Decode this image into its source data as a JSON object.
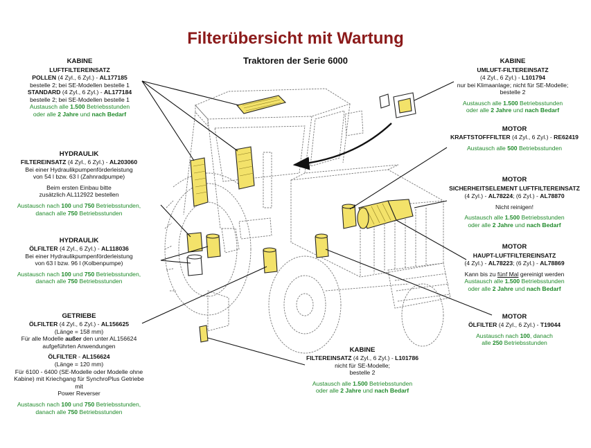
{
  "page": {
    "title": "Filterübersicht mit Wartung",
    "subtitle": "Traktoren der Serie 6000"
  },
  "blocks": {
    "kabine_luft": {
      "heading": "KABINE",
      "sub": "LUFTFILTEREINSATZ",
      "l1a": "POLLEN",
      "l1b": " (4 Zyl., 6 Zyl.) - ",
      "l1c": "AL177185",
      "l2": "bestelle 2; bei SE-Modellen bestelle 1",
      "l3a": "STANDARD",
      "l3b": " (4 Zyl., 6 Zyl.) - ",
      "l3c": "AL177184",
      "l4": "bestelle 2; bei SE-Modellen bestelle 1",
      "g1a": "Austausch alle ",
      "g1b": "1.500",
      "g1c": " Betriebsstunden",
      "g2a": "oder alle ",
      "g2b": "2 Jahre",
      "g2c": " und ",
      "g2d": "nach Bedarf"
    },
    "hydraulik_filter": {
      "heading": "HYDRAULIK",
      "l1a": "FILTEREINSATZ",
      "l1b": " (4 Zyl., 6 Zyl.) - ",
      "l1c": "AL203060",
      "l2": "Bei einer Hydraulikpumpenförderleistung",
      "l3": "von 54 l bzw. 63 l (Zahnradpumpe)",
      "l4": "Beim ersten Einbau bitte",
      "l5": "zusätzlich AL112922 bestellen",
      "g1a": "Austausch nach ",
      "g1b": "100",
      "g1c": " und ",
      "g1d": "750",
      "g1e": " Betriebsstunden,",
      "g2a": "danach alle ",
      "g2b": "750",
      "g2c": " Betriebsstunden"
    },
    "hydraulik_oel": {
      "heading": "HYDRAULIK",
      "l1a": "ÖLFILTER",
      "l1b": " (4 Zyl., 6 Zyl.) - ",
      "l1c": "AL118036",
      "l2": "Bei einer Hydraulikpumpenförderleistung",
      "l3": "von 63 l bzw. 96 l (Kolbenpumpe)",
      "g1a": "Austausch nach ",
      "g1b": "100",
      "g1c": " und ",
      "g1d": "750",
      "g1e": " Betriebsstunden,",
      "g2a": "danach alle ",
      "g2b": "750",
      "g2c": " Betriebsstunden"
    },
    "getriebe": {
      "heading": "GETRIEBE",
      "l1a": "ÖLFILTER",
      "l1b": " (4 Zyl., 6 Zyl.) - ",
      "l1c": "AL156625",
      "l2": "(Länge = 158 mm)",
      "l3a": "Für alle Modelle ",
      "l3b": "außer",
      "l3c": " den unter AL156624",
      "l4": "aufgeführten Anwendungen",
      "l5a": "ÖLFILTER",
      "l5b": " - ",
      "l5c": "AL156624",
      "l6": "(Länge = 120 mm)",
      "l7": "Für 6100 - 6400 (SE-Modelle oder Modelle ohne",
      "l8": "Kabine) mit Kriechgang für SynchroPlus Getriebe mit",
      "l9": "Power Reverser",
      "g1a": "Austausch nach ",
      "g1b": "100",
      "g1c": " und ",
      "g1d": "750",
      "g1e": " Betriebsstunden,",
      "g2a": "danach alle ",
      "g2b": "750",
      "g2c": " Betriebsstunden"
    },
    "kabine_bottom": {
      "heading": "KABINE",
      "l1a": "FILTEREINSATZ",
      "l1b": " (4 Zyl., 6 Zyl.) - ",
      "l1c": "L101786",
      "l2": "nicht für SE-Modelle;",
      "l3": "bestelle 2",
      "g1a": "Austausch alle ",
      "g1b": "1.500",
      "g1c": " Betriebsstunden",
      "g2a": "oder alle ",
      "g2b": "2 Jahre",
      "g2c": " und ",
      "g2d": "nach Bedarf"
    },
    "kabine_umluft": {
      "heading": "KABINE",
      "sub": "UMLUFT-FILTEREINSATZ",
      "l1a": "(4 Zyl., 6 Zyl.) - ",
      "l1b": "L101794",
      "l2": "nur bei Klimaanlage; nicht für SE-Modelle;",
      "l3": "bestelle 2",
      "g1a": "Austausch alle ",
      "g1b": "1.500",
      "g1c": " Betriebsstunden",
      "g2a": "oder alle ",
      "g2b": "2 Jahre",
      "g2c": " und ",
      "g2d": "nach Bedarf"
    },
    "motor_kraftstoff": {
      "heading": "MOTOR",
      "l1a": "KRAFTSTOFFFILTER",
      "l1b": " (4 Zyl., 6 Zyl.) - ",
      "l1c": "RE62419",
      "g1a": "Austausch alle ",
      "g1b": "500",
      "g1c": " Betriebsstunden"
    },
    "motor_sicherheit": {
      "heading": "MOTOR",
      "sub": "SICHERHEITSELEMENT LUFTFILTEREINSATZ",
      "l1a": "(4 Zyl.) - ",
      "l1b": "AL78224",
      "l1c": "; (6 Zyl.) - ",
      "l1d": "AL78870",
      "l2": "Nicht reinigen!",
      "g1a": "Austausch alle ",
      "g1b": "1.500",
      "g1c": " Betriebsstunden",
      "g2a": "oder alle ",
      "g2b": "2 Jahre",
      "g2c": " und ",
      "g2d": "nach Bedarf"
    },
    "motor_haupt": {
      "heading": "MOTOR",
      "sub": "HAUPT-LUFTFILTEREINSATZ",
      "l1a": "(4 Zyl.) - ",
      "l1b": "AL78223",
      "l1c": "; (6 Zyl.) - ",
      "l1d": "AL78869",
      "l2a": "Kann bis zu ",
      "l2b": "fünf Mal",
      "l2c": " gereinigt werden",
      "g1a": "Austausch alle ",
      "g1b": "1.500",
      "g1c": " Betriebsstunden",
      "g2a": "oder alle ",
      "g2b": "2 Jahre",
      "g2c": " und ",
      "g2d": "nach Bedarf"
    },
    "motor_oel": {
      "heading": "MOTOR",
      "l1a": "ÖLFILTER",
      "l1b": " (4 Zyl., 6 Zyl.) - ",
      "l1c": "T19044",
      "g1a": "Austausch nach ",
      "g1b": "100",
      "g1c": ", danach",
      "g2a": "alle ",
      "g2b": "250",
      "g2c": " Betriebsstunden"
    }
  },
  "colors": {
    "title": "#8b1a1a",
    "service_text": "#1f8a2a",
    "filter_fill": "#f3e26a",
    "line": "#111111"
  }
}
